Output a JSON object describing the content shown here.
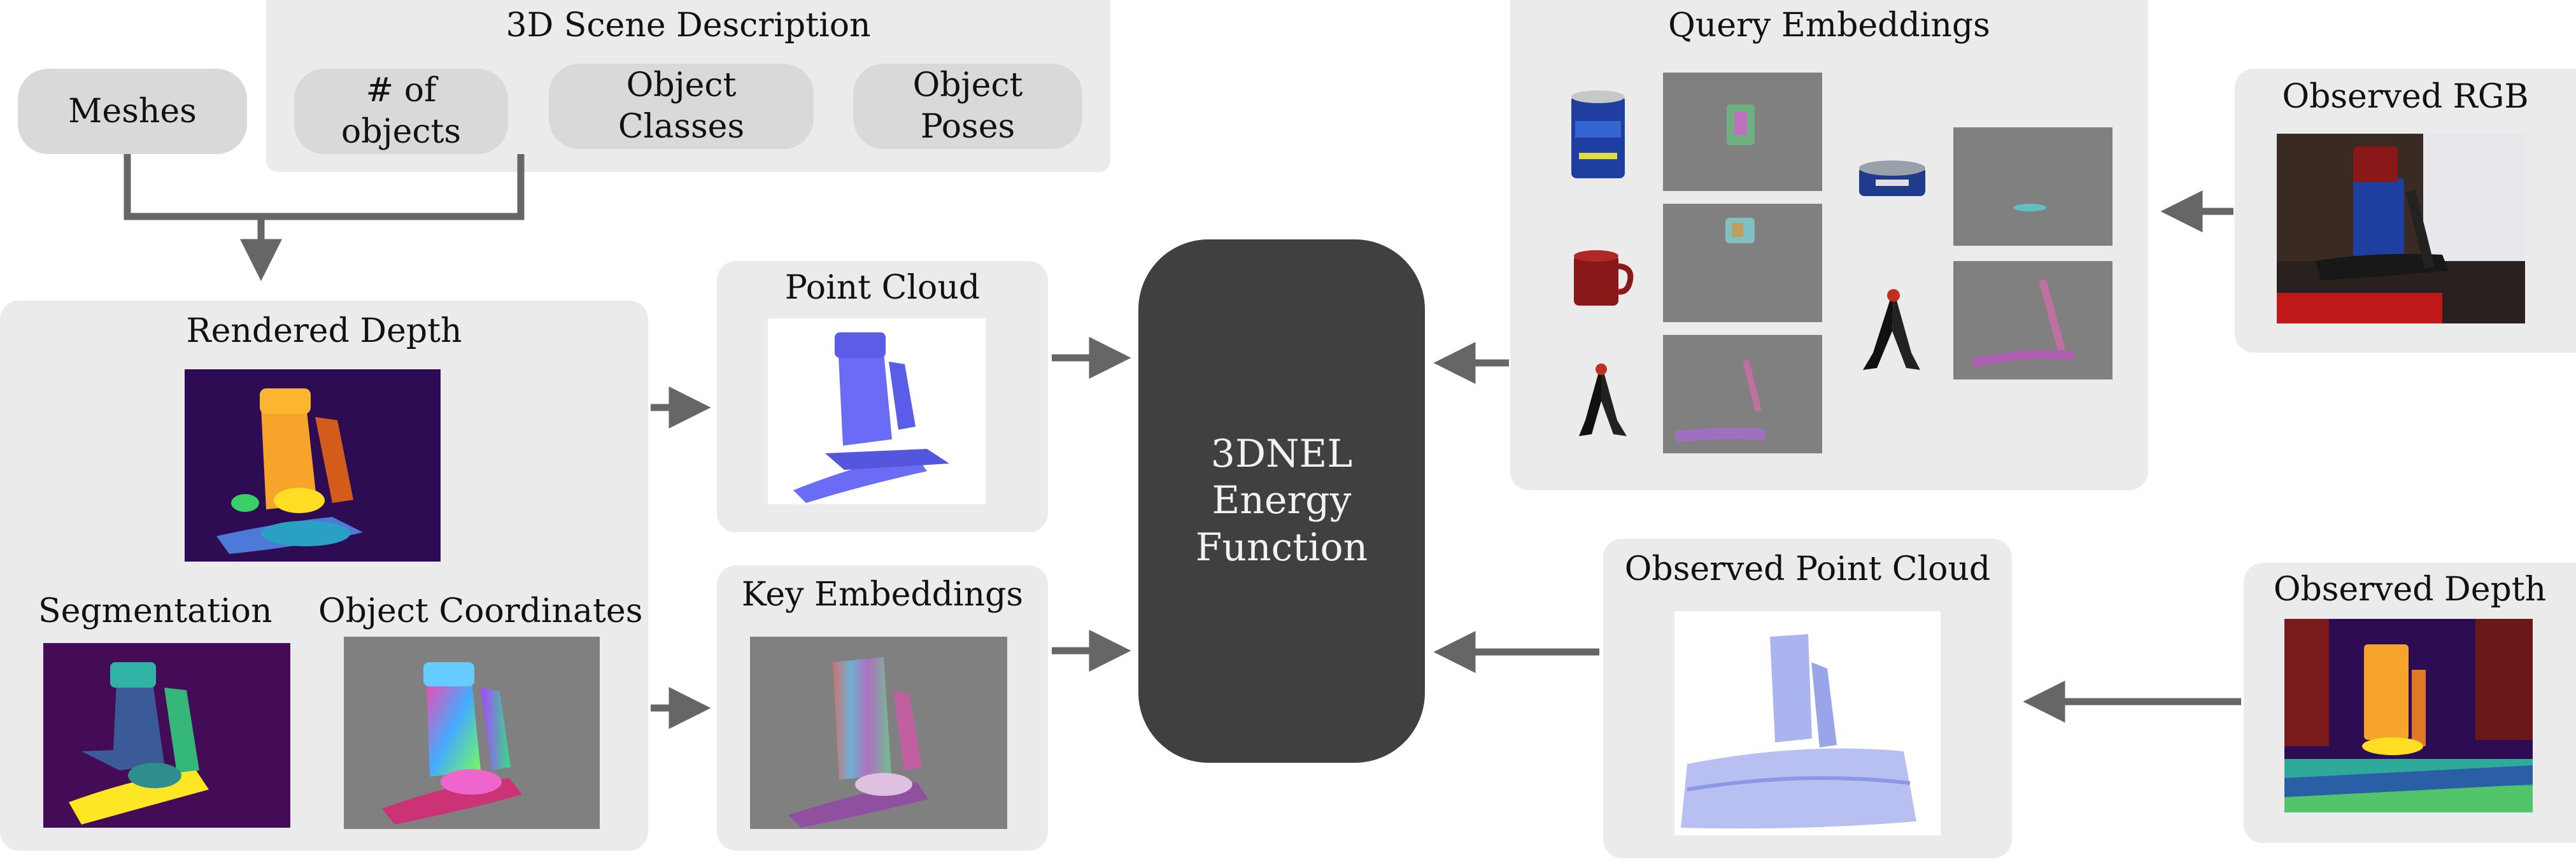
{
  "scene": {
    "meshes": "Meshes",
    "title": "3D Scene Description",
    "num_objects": "# of\nobjects",
    "object_classes": "Object\nClasses",
    "object_poses": "Object\nPoses"
  },
  "rendered": {
    "title": "Rendered Depth",
    "segmentation": "Segmentation",
    "object_coordinates": "Object Coordinates"
  },
  "point_cloud": {
    "title": "Point Cloud"
  },
  "key_embeddings": {
    "title": "Key Embeddings"
  },
  "energy": {
    "label": "3DNEL\nEnergy\nFunction"
  },
  "query": {
    "title": "Query Embeddings"
  },
  "observed_rgb": {
    "title": "Observed RGB"
  },
  "observed_pc": {
    "title": "Observed Point Cloud"
  },
  "observed_depth": {
    "title": "Observed Depth"
  },
  "colors": {
    "panel": "#ebebeb",
    "pill": "#d9d9d9",
    "arrow": "#666666",
    "energy_box": "#404040",
    "depth_bg": "#2d0c54",
    "embedding_bg": "#808080",
    "point_cloud_blue": "#6a6cf5"
  }
}
